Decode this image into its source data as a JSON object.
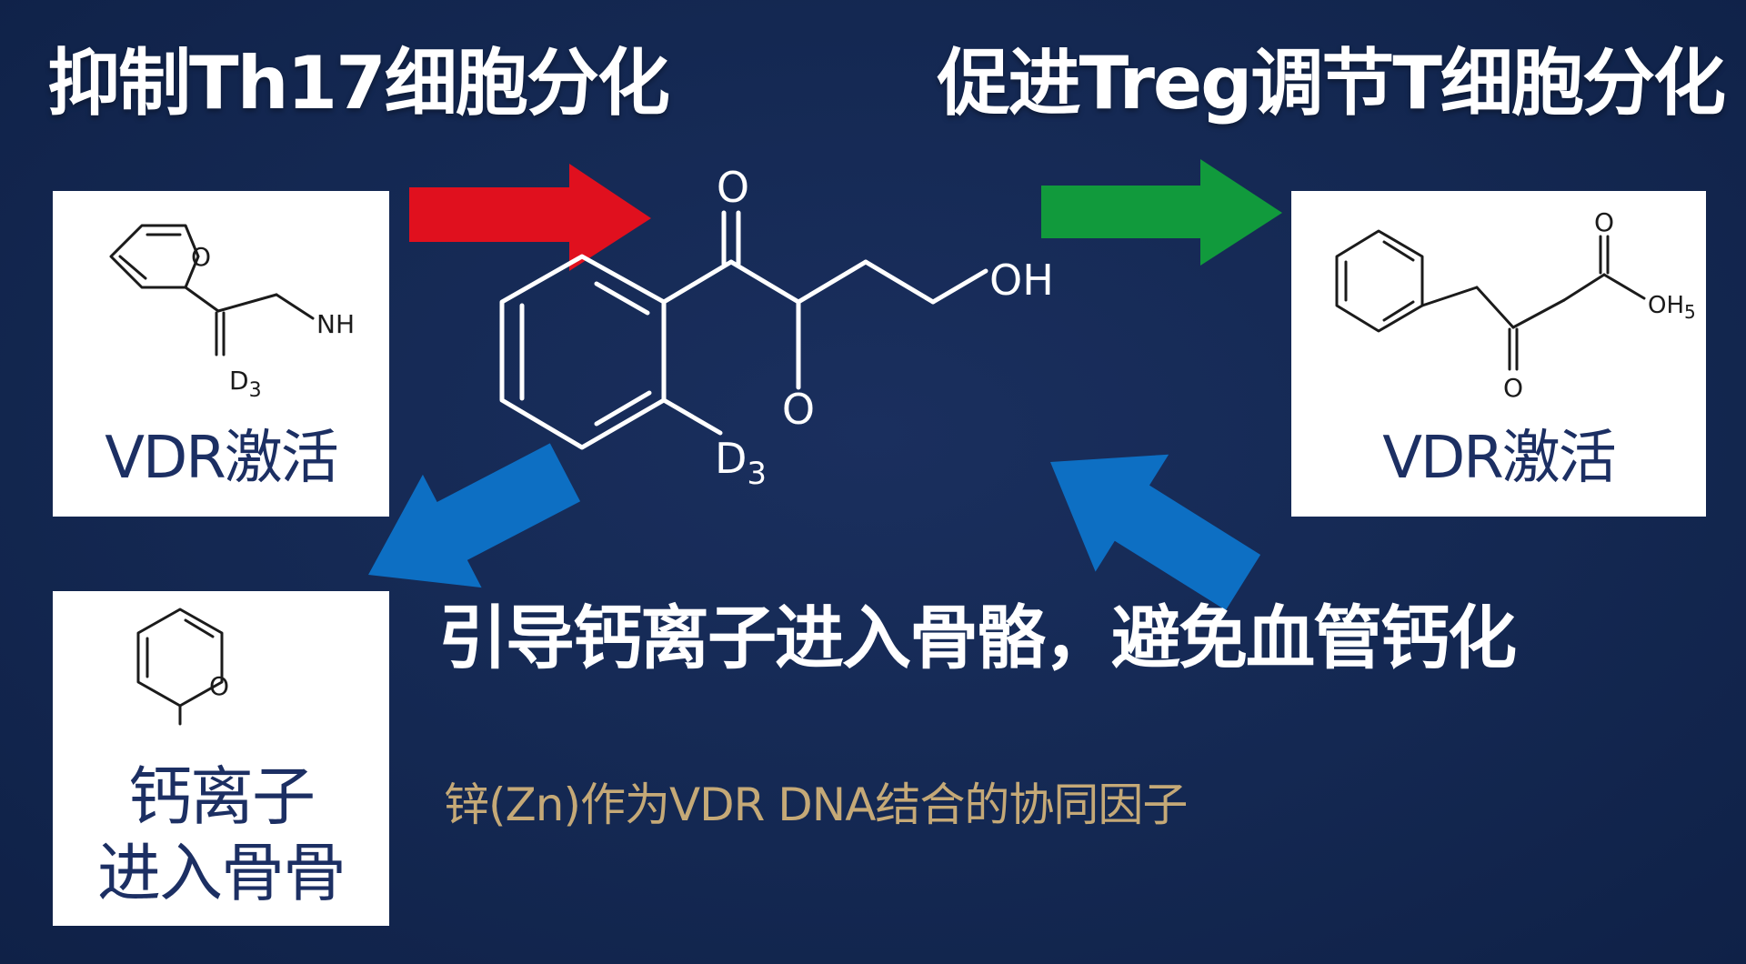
{
  "titles": {
    "left": "抑制Th17细胞分化",
    "right": "促进Treg调节T细胞分化"
  },
  "headline": "引导钙离子进入骨骼，避免血管钙化",
  "caption": "锌(Zn)作为VDR DNA结合的协同因子",
  "cards": {
    "top_left": {
      "label": "VDR激活",
      "atoms": {
        "o": "O",
        "nh": "NH",
        "d": "D",
        "d_sub": "3"
      }
    },
    "top_right": {
      "label": "VDR激活",
      "atoms": {
        "o_top": "O",
        "o_bottom": "O",
        "oh": "OH",
        "oh_sub": "5"
      }
    },
    "bottom_left": {
      "label_line1": "钙离子",
      "label_line2": "进入骨骨",
      "atoms": {
        "o": "O"
      }
    }
  },
  "center_molecule": {
    "atoms": {
      "o_top": "O",
      "o_mid": "O",
      "oh": "OH",
      "d": "D",
      "d_sub": "3"
    }
  },
  "arrows": {
    "red": "#e0101e",
    "green": "#119a3c",
    "blue": "#0d6fc3"
  }
}
